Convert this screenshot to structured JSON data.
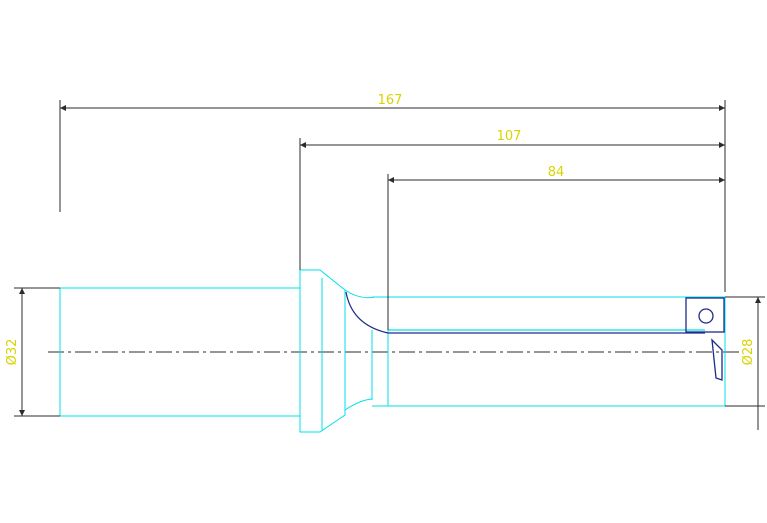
{
  "colors": {
    "background": "#ffffff",
    "dimension": "#2b2b2b",
    "dimension_text": "#d8d400",
    "outline": "#00e0e8",
    "insert": "#1f2a8c"
  },
  "dimensions": {
    "overall_length": "167",
    "mid_length": "107",
    "flute_length": "84",
    "shank_diameter": "Ø32",
    "drill_diameter": "Ø28"
  }
}
